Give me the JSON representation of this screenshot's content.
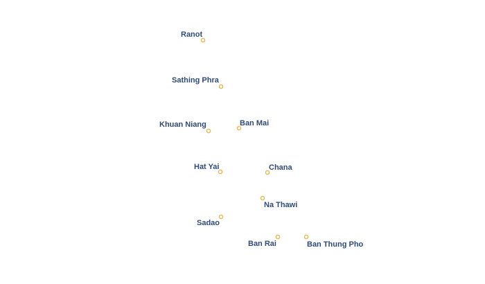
{
  "map": {
    "marker_color": "#e9b651",
    "label_color": "#2e4a7a",
    "places": [
      {
        "name": "Ranot"
      },
      {
        "name": "Sathing Phra"
      },
      {
        "name": "Khuan Niang"
      },
      {
        "name": "Ban Mai"
      },
      {
        "name": "Hat Yai"
      },
      {
        "name": "Chana"
      },
      {
        "name": "Na Thawi"
      },
      {
        "name": "Sadao"
      },
      {
        "name": "Ban Rai"
      },
      {
        "name": "Ban Thung Pho"
      }
    ]
  }
}
